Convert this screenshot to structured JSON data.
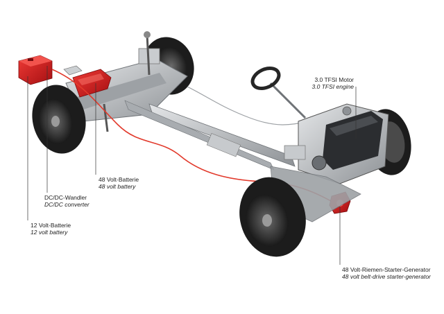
{
  "callouts": {
    "engine": {
      "de": "3.0 TFSI Motor",
      "en": "3.0 TFSI engine"
    },
    "battery48": {
      "de": "48 Volt-Batterie",
      "en": "48 volt battery"
    },
    "dcdc": {
      "de": "DC/DC-Wandler",
      "en": "DC/DC converter"
    },
    "battery12": {
      "de": "12 Volt-Batterie",
      "en": "12 volt battery"
    },
    "bsg": {
      "de": "48 Volt-Riemen-Starter-Generator",
      "en": "48 volt belt-drive starter-generator"
    }
  },
  "colors": {
    "highlight": "#d0191c",
    "wire": "#e23a2c",
    "tire": "#1c1c1c",
    "metal": "#b8bcc0"
  }
}
